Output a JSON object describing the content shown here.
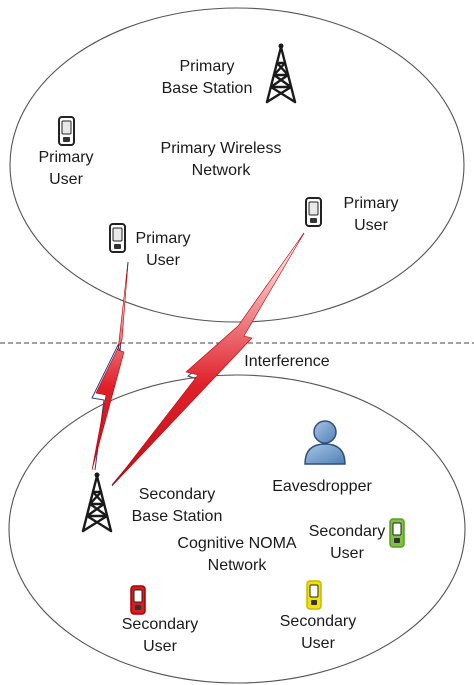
{
  "primary_network": {
    "base_station_label": "Primary\nBase Station",
    "network_label": "Primary Wireless\nNetwork",
    "users": [
      {
        "label": "Primary\nUser"
      },
      {
        "label": "Primary\nUser"
      },
      {
        "label": "Primary\nUser"
      }
    ]
  },
  "interference_label": "Interference",
  "secondary_network": {
    "base_station_label": "Secondary\nBase Station",
    "network_label": "Cognitive NOMA\nNetwork",
    "eavesdropper_label": "Eavesdropper",
    "users": [
      {
        "label": "Secondary\nUser",
        "color": "#7fc241"
      },
      {
        "label": "Secondary\nUser",
        "color": "#d21f1f"
      },
      {
        "label": "Secondary\nUser",
        "color": "#f2e200"
      }
    ]
  },
  "colors": {
    "tower": "#1a1a1a",
    "interference_bolt": "#e0202a",
    "link_line": "#2a3f8f",
    "eavesdropper": "#6a97c8"
  }
}
